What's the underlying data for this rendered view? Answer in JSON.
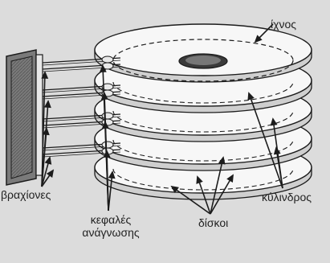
{
  "labels": {
    "track": "ίχνος",
    "arms": "βραχίονες",
    "heads_line1": "κεφαλές",
    "heads_line2": "ανάγνωσης",
    "disks": "δίσκοι",
    "cylinder": "κύλινδρος"
  },
  "colors": {
    "background": "#dcdcdc",
    "disk_fill": "#f7f7f7",
    "ink": "#1c1c1c",
    "hub": "#3a3a3a"
  }
}
